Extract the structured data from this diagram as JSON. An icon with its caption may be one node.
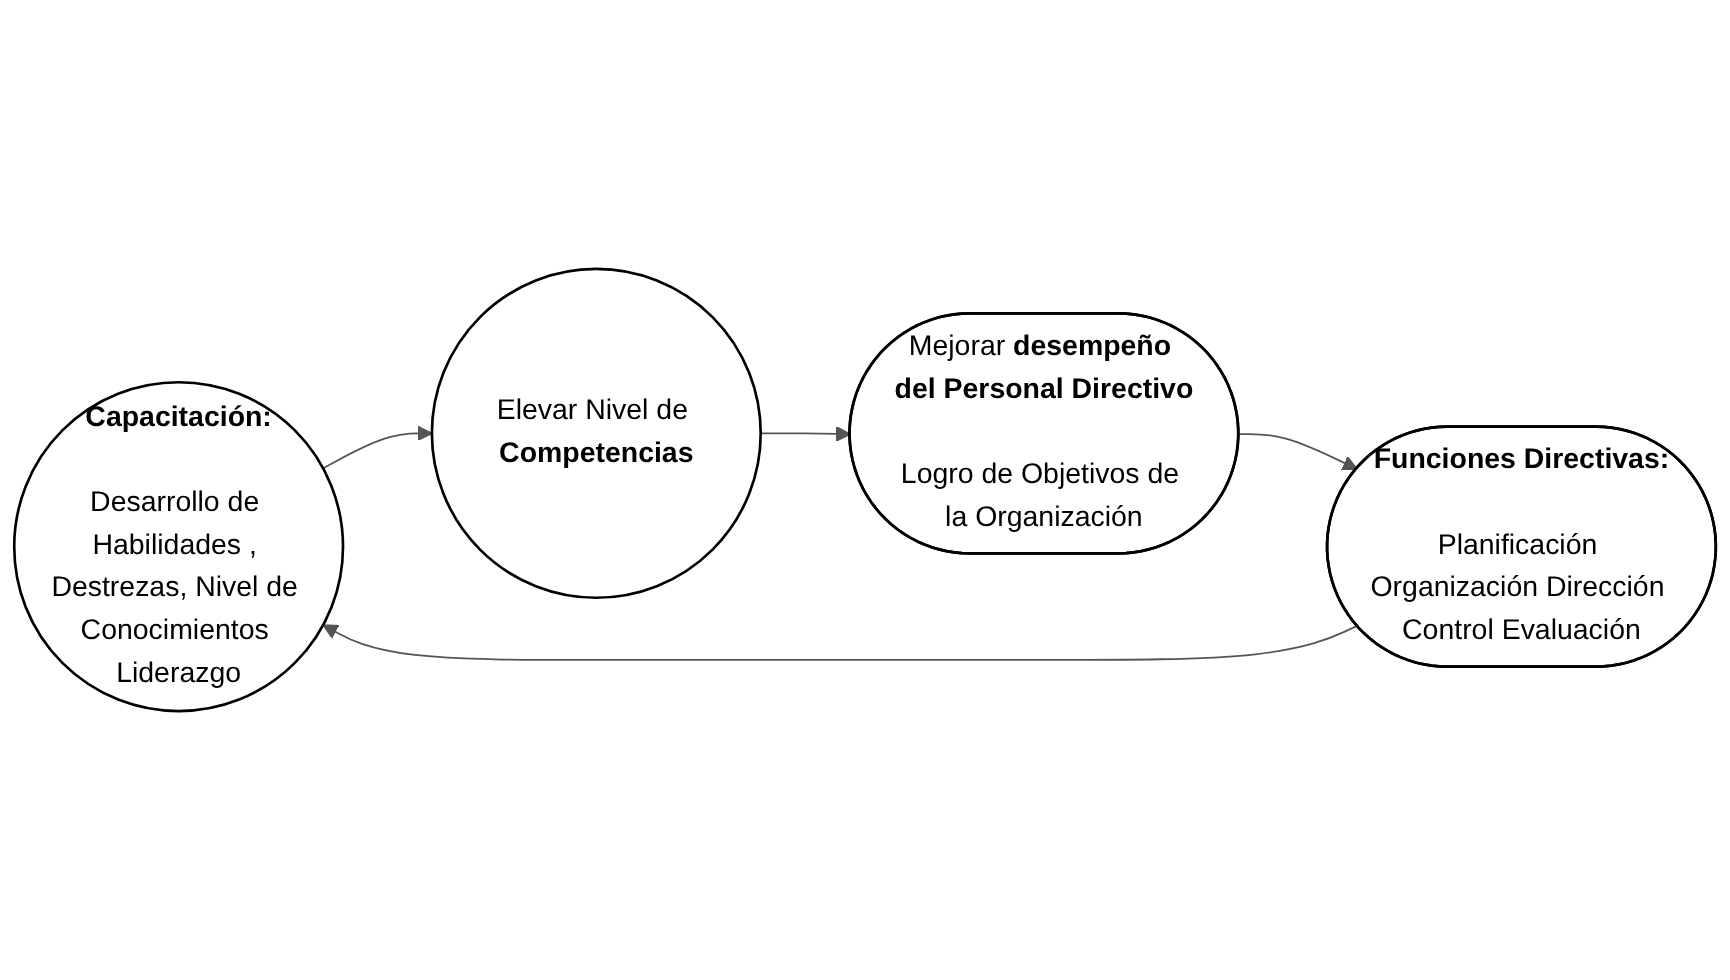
{
  "diagram": {
    "nodes": [
      {
        "text": [
          "Capacitación:",
          "Desarrollo de Habilidades , Destrezas, Nivel de Conocimientos Liderazgo"
        ]
      },
      {
        "text": [
          "Funciones Directivas:",
          "Planificación Organización Dirección Control Evaluación"
        ]
      },
      {
        "text": [
          "Elevar Nivel de **Competencias**"
        ]
      },
      {
        "text": [
          "Mejorar **desempeño del Personal Directivo**",
          "Logro de Objetivos de la Organización"
        ]
      }
    ],
    "edges": [
      {
        "from": 1,
        "to": 0,
        "arrow": "to"
      },
      {
        "from": 0,
        "to": 2,
        "arrow": "to"
      },
      {
        "from": 2,
        "to": 3,
        "arrow": "to"
      },
      {
        "from": 3,
        "to": 1,
        "arrow": "to"
      }
    ]
  }
}
